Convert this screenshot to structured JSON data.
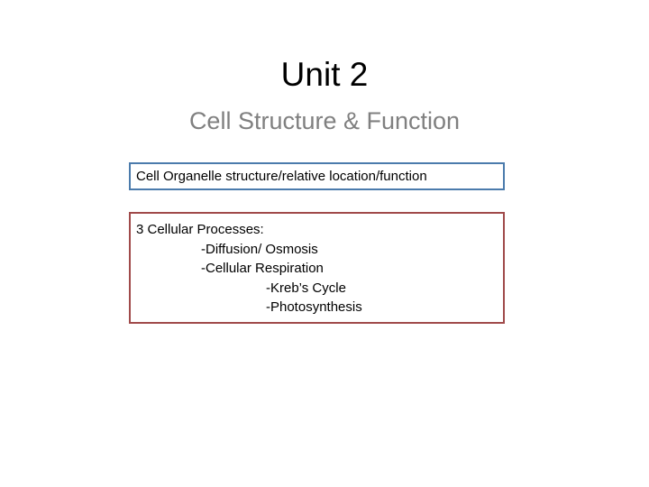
{
  "slide": {
    "title": "Unit 2",
    "subtitle": "Cell Structure & Function",
    "background_color": "#FFFFFF",
    "title_color": "#000000",
    "subtitle_color": "#808080"
  },
  "organelle_box": {
    "text": "Cell Organelle structure/relative location/function",
    "border_color": "#4B7BAC",
    "text_color": "#000000"
  },
  "processes_box": {
    "border_color": "#A04A4A",
    "text_color": "#000000",
    "lines": [
      {
        "text": "3 Cellular Processes:",
        "indent": 0
      },
      {
        "text": "-Diffusion/ Osmosis",
        "indent": 1
      },
      {
        "text": "-Cellular Respiration",
        "indent": 1
      },
      {
        "text": "-Kreb’s Cycle",
        "indent": 2
      },
      {
        "text": "-Photosynthesis",
        "indent": 2
      }
    ]
  }
}
